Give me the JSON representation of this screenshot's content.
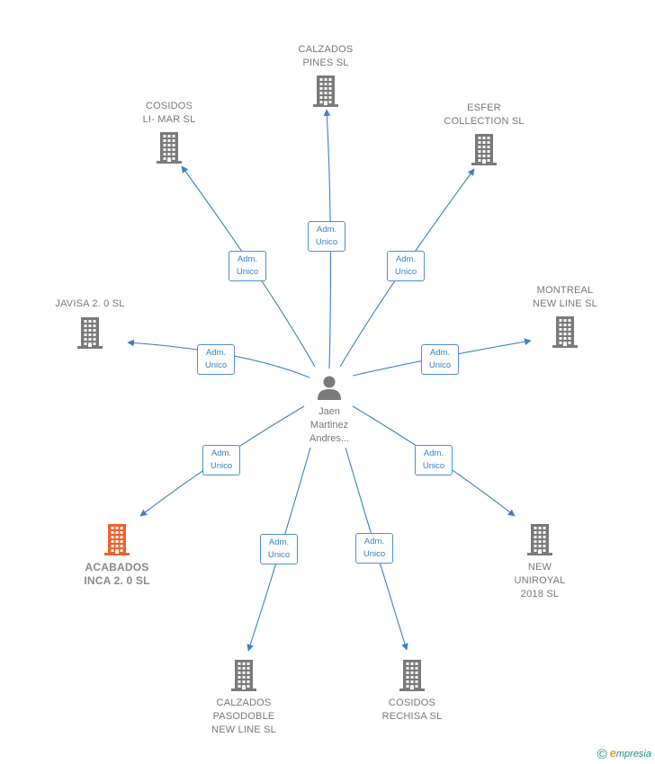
{
  "center": {
    "name_lines": [
      "Jaen",
      "Martinez",
      "Andres..."
    ]
  },
  "edge_label_lines": [
    "Adm.",
    "Unico"
  ],
  "nodes": [
    {
      "id": "calzados-pines",
      "lines": [
        "CALZADOS",
        "PINES SL"
      ],
      "highlight": false
    },
    {
      "id": "cosidos-li-mar",
      "lines": [
        "COSIDOS",
        "LI- MAR  SL"
      ],
      "highlight": false
    },
    {
      "id": "esfer-collection",
      "lines": [
        "ESFER",
        "COLLECTION SL"
      ],
      "highlight": false
    },
    {
      "id": "javisa",
      "lines": [
        "JAVISA 2. 0  SL"
      ],
      "highlight": false
    },
    {
      "id": "montreal-new-line",
      "lines": [
        "MONTREAL",
        "NEW LINE  SL"
      ],
      "highlight": false
    },
    {
      "id": "acabados-inca",
      "lines": [
        "ACABADOS",
        "INCA 2. 0  SL"
      ],
      "highlight": true
    },
    {
      "id": "new-uniroyal",
      "lines": [
        "NEW",
        "UNIROYAL",
        "2018  SL"
      ],
      "highlight": false
    },
    {
      "id": "calzados-pasodoble",
      "lines": [
        "CALZADOS",
        "PASODOBLE",
        "NEW LINE SL"
      ],
      "highlight": false
    },
    {
      "id": "cosidos-rechisa",
      "lines": [
        "COSIDOS",
        "RECHISA  SL"
      ],
      "highlight": false
    }
  ],
  "colors": {
    "edge": "#3a7fcc",
    "building": "#7a7a7a",
    "highlight": "#f0612d",
    "person": "#7a7a7a"
  },
  "footer": {
    "copyright_symbol": "©",
    "brand_initial": "e",
    "brand_rest": "mpresia"
  }
}
